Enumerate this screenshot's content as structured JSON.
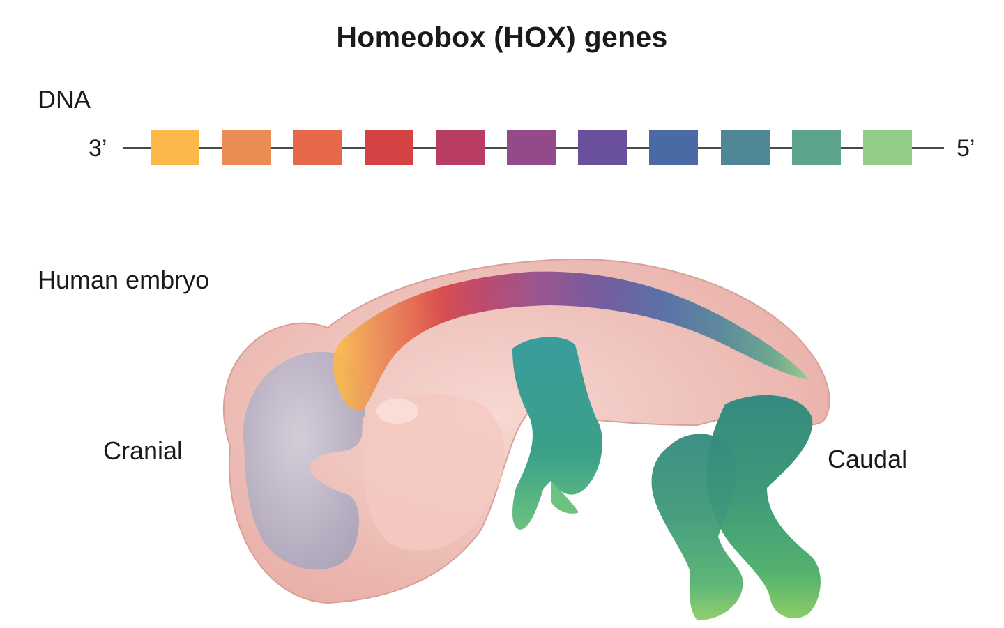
{
  "title": "Homeobox (HOX) genes",
  "labels": {
    "dna": "DNA",
    "end_3": "3’",
    "end_5": "5’",
    "embryo": "Human embryo",
    "cranial": "Cranial",
    "caudal": "Caudal"
  },
  "hox_gene_colors": [
    "#fbb74a",
    "#ea8c53",
    "#e5684a",
    "#d54244",
    "#b93d63",
    "#934a8a",
    "#6a509a",
    "#4a6aa6",
    "#4f8698",
    "#5ea48c",
    "#92cd87"
  ],
  "embryo_colors": {
    "skin": "#f1c2bb",
    "skin_shadow": "#d99a93",
    "brain": "#b9b3c6",
    "forelimb": "#3c9e98",
    "forelimb_hand": "#72c28a",
    "hindlimb": "#3f8d7a",
    "hindlimb_lower": "#4fae73",
    "foot": "#8bcc6a"
  }
}
